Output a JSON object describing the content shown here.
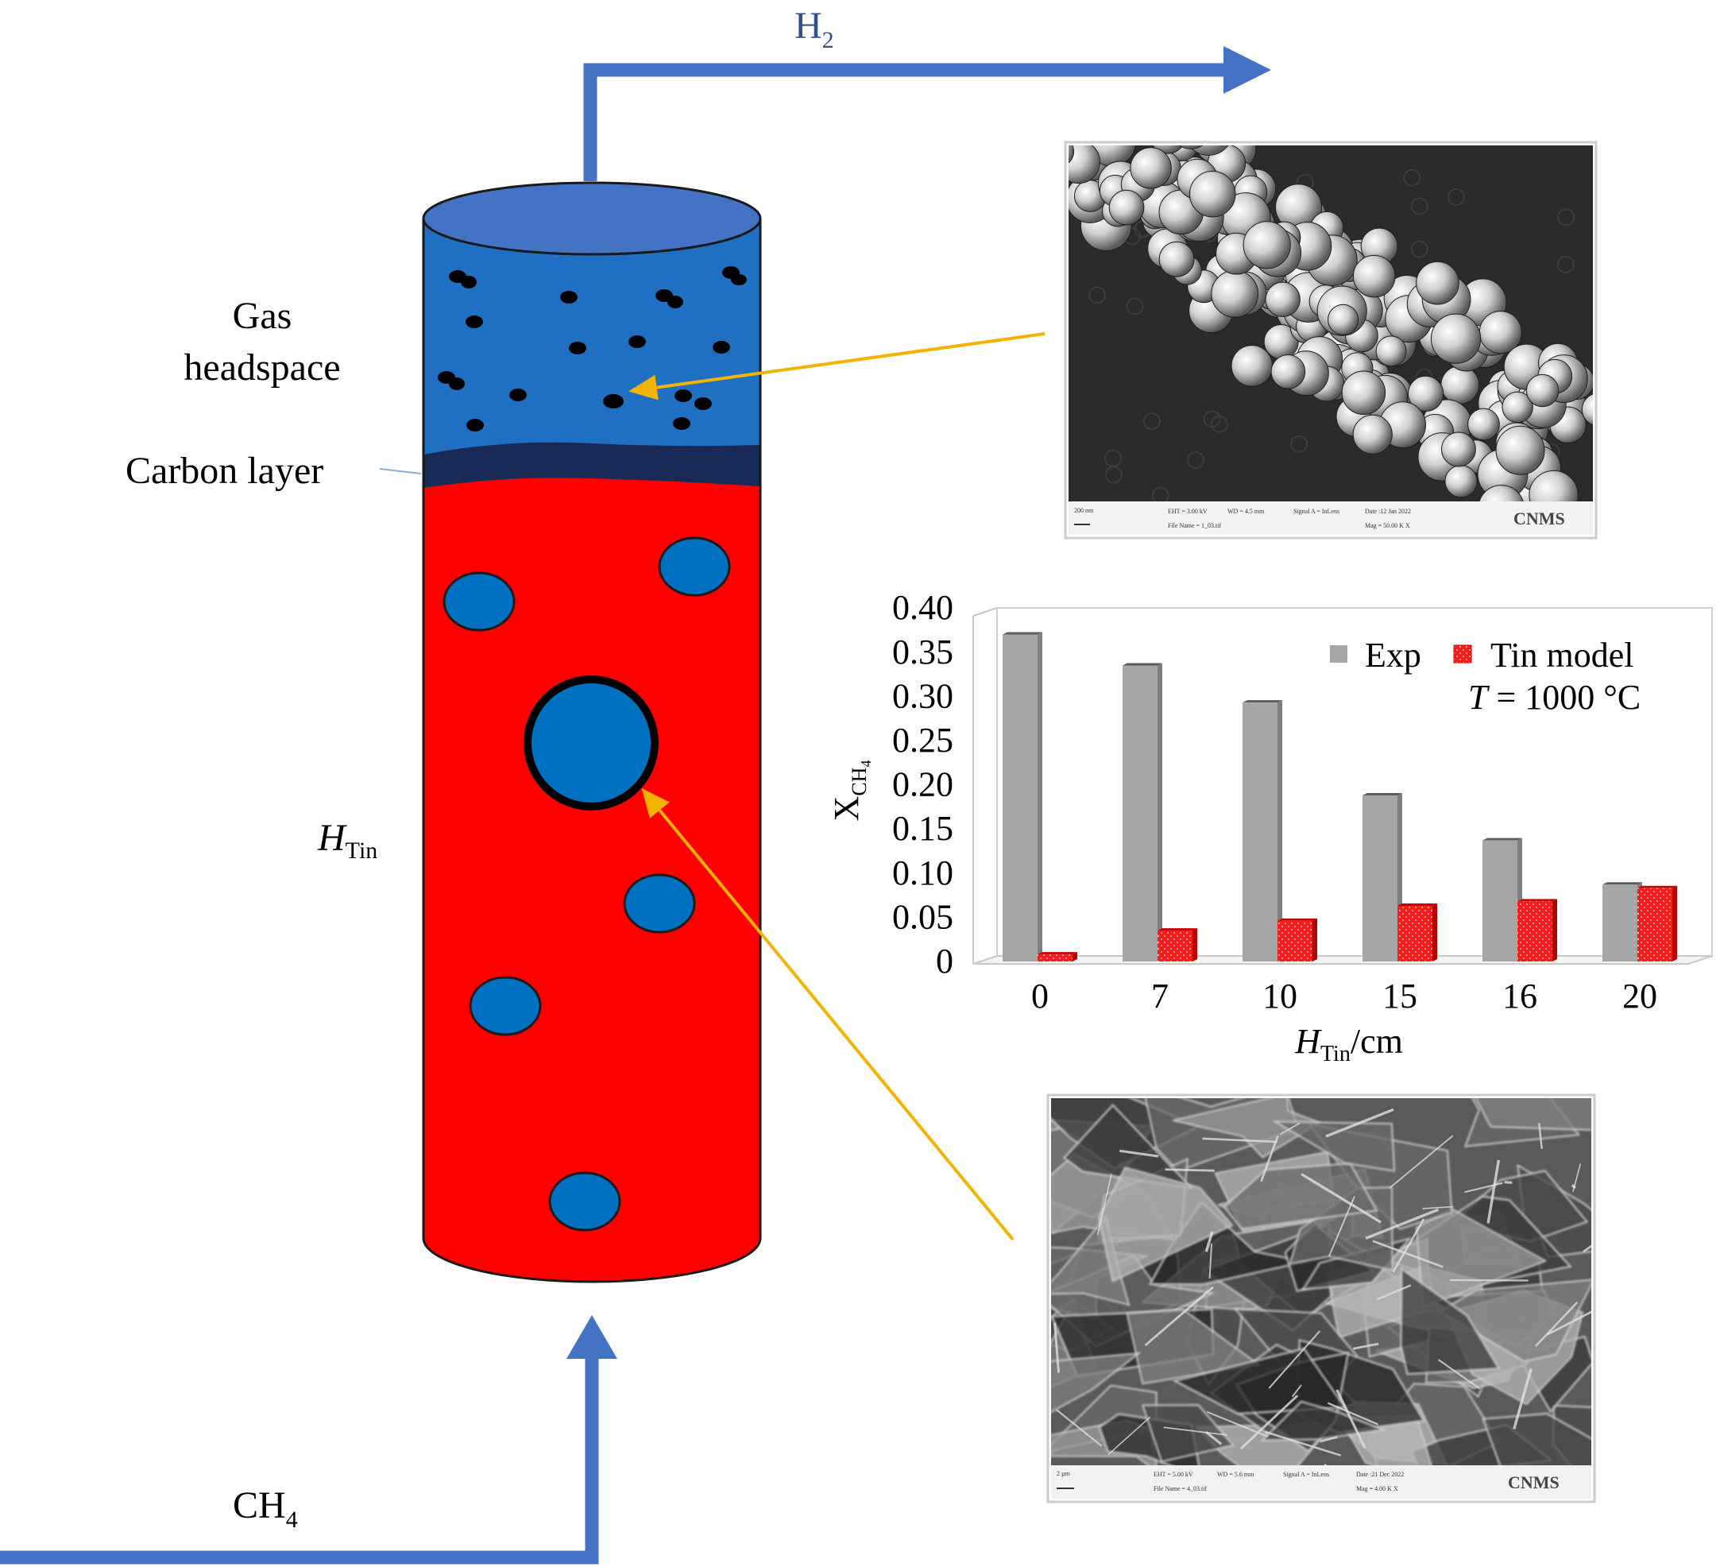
{
  "labels": {
    "h2_main": "H",
    "h2_sub": "2",
    "ch4_main": "CH",
    "ch4_sub": "4",
    "gas_line1": "Gas",
    "gas_line2": "headspace",
    "carbon_layer": "Carbon layer",
    "htin_main": "H",
    "htin_sub": "Tin"
  },
  "sem_top": {
    "scale_bar": "200 nm",
    "info_a": "EHT = 3.00 kV",
    "info_b": "WD = 4.5 mm",
    "info_c": "Signal A = InLens",
    "info_d": "Date :12 Jan 2022",
    "info_e": "File Name = 1_03.tif",
    "info_f": "Mag = 50.00 K X",
    "logo": "CNMS"
  },
  "sem_bottom": {
    "scale_bar": "2 µm",
    "info_a": "EHT = 5.00 kV",
    "info_b": "WD = 5.6 mm",
    "info_c": "Signal A = InLens",
    "info_d": "Date :21 Dec 2022",
    "info_e": "File Name = 4_03.tif",
    "info_f": "Mag = 4.00 K X",
    "logo": "CNMS"
  },
  "chart_data": {
    "type": "bar",
    "categories": [
      "0",
      "7",
      "10",
      "15",
      "16",
      "20"
    ],
    "series": [
      {
        "name": "Exp",
        "values": [
          0.37,
          0.335,
          0.293,
          0.188,
          0.137,
          0.087
        ],
        "color": "#a6a6a6"
      },
      {
        "name": "Tin model",
        "values": [
          0.008,
          0.035,
          0.046,
          0.063,
          0.068,
          0.083
        ],
        "color": "#ff1a1a"
      }
    ],
    "ylim": [
      0,
      0.4
    ],
    "yticks": [
      "0",
      "0.05",
      "0.10",
      "0.15",
      "0.20",
      "0.25",
      "0.30",
      "0.35",
      "0.40"
    ],
    "ylabel_main": "X",
    "ylabel_sub": "CH",
    "ylabel_subsub": "4",
    "xlabel_main": "H",
    "xlabel_sub": "Tin",
    "xlabel_unit": "/cm",
    "annotation_var": "T",
    "annotation_value": " = 1000 °C",
    "legend_position": "top-right",
    "grid": false
  },
  "colors": {
    "arrow_blue": "#4472c4",
    "headspace_blue": "#1f6fc2",
    "carbon_dark": "#1a2a57",
    "tin_red": "#ff0000",
    "bubble_blue": "#0070c0",
    "pointer_orange": "#f5b301"
  }
}
